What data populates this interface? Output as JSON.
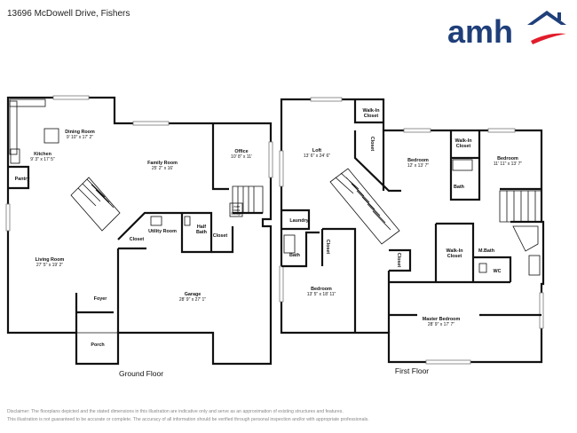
{
  "header": {
    "address": "13696 McDowell Drive, Fishers"
  },
  "logo": {
    "text": "amh",
    "colors": {
      "text": "#1f3f7a",
      "accent": "#e11d2b"
    }
  },
  "floors": {
    "ground": {
      "label": "Ground Floor",
      "rooms": {
        "kitchen": {
          "name": "Kitchen",
          "dims": "9' 3\" x 17' 5\""
        },
        "dining": {
          "name": "Dining Room",
          "dims": "9' 10\" x 17' 2\""
        },
        "family": {
          "name": "Family Room",
          "dims": "25' 2\" x 16'"
        },
        "office": {
          "name": "Office",
          "dims": "10' 8\" x 11'"
        },
        "pantry": {
          "name": "Pantry"
        },
        "utility": {
          "name": "Utility Room"
        },
        "half_bath_1": {
          "name": "Half"
        },
        "half_bath_2": {
          "name": "Bath"
        },
        "closet_a": {
          "name": "Closet"
        },
        "closet_b": {
          "name": "Closet"
        },
        "living": {
          "name": "Living Room",
          "dims": "27' 5\" x 19' 2\""
        },
        "garage": {
          "name": "Garage",
          "dims": "28' 9\" x 27' 1\""
        },
        "foyer": {
          "name": "Foyer"
        },
        "porch": {
          "name": "Porch"
        },
        "under_stairs_1": {
          "name": "Under"
        },
        "under_stairs_2": {
          "name": "Stairs"
        },
        "under_stairs_3": {
          "name": "Storage"
        }
      }
    },
    "first": {
      "label": "First Floor",
      "rooms": {
        "loft": {
          "name": "Loft",
          "dims": "13' 6\" x 24' 6\""
        },
        "walkin_top_1": {
          "name": "Walk-In"
        },
        "walkin_top_2": {
          "name": "Closet"
        },
        "closet_v": {
          "name": "Closet"
        },
        "bedroom_a": {
          "name": "Bedroom",
          "dims": "12' x 13' 7\""
        },
        "walkin_right_1": {
          "name": "Walk-In"
        },
        "walkin_right_2": {
          "name": "Closet"
        },
        "bedroom_b": {
          "name": "Bedroom",
          "dims": "11' 11\" x 13' 7\""
        },
        "bath_mid": {
          "name": "Bath"
        },
        "laundry": {
          "name": "Laundry"
        },
        "bath_left": {
          "name": "Bath"
        },
        "closet_left": {
          "name": "Closet"
        },
        "closet_small": {
          "name": "Closet"
        },
        "bedroom_c": {
          "name": "Bedroom",
          "dims": "13' 5\" x 18' 11\""
        },
        "walkin_master_1": {
          "name": "Walk-In"
        },
        "walkin_master_2": {
          "name": "Closet"
        },
        "mbath": {
          "name": "M.Bath"
        },
        "wc": {
          "name": "WC"
        },
        "master": {
          "name": "Master Bedroom",
          "dims": "28' 9\" x 17' 7\""
        }
      }
    }
  },
  "disclaimer": {
    "line1": "Disclaimer: The floorplans depicted and the stated dimensions in this illustration are indicative only and serve as an approximation of existing structures and features.",
    "line2": "This illustration is not guaranteed to be accurate or complete. The accuracy of all information should be verified through personal inspection and/or with appropriate professionals."
  }
}
